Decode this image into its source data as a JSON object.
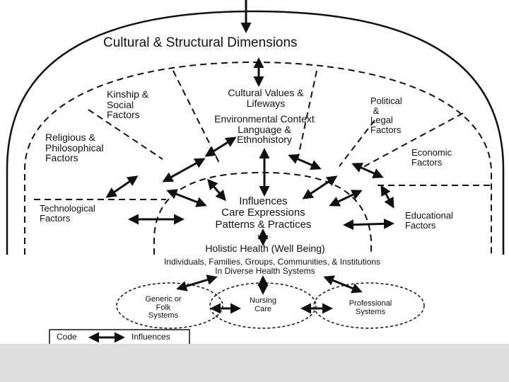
{
  "title": "Cultural & Structural Dimensions",
  "factors": {
    "kinship": "Kinship &\nSocial\nFactors",
    "cultural_values": "Cultural Values &\nLifeways",
    "political": "Political\n &\nLegal\nFactors",
    "religious": "Religious &\nPhilosophical\nFactors",
    "environmental": "Environmental Context\nLanguage &\nEthnohistory",
    "economic": "Economic\nFactors",
    "technological": "Technological\nFactors",
    "educational": "Educational\nFactors"
  },
  "center": {
    "influences": "Influences",
    "care_expressions": "Care Expressions",
    "patterns": "Patterns & Practices",
    "holistic": "Holistic Health (Well Being)"
  },
  "base": {
    "individuals": "Individuals, Families, Groups, Communities, & Institutions",
    "diverse": "In Diverse Health Systems"
  },
  "systems": {
    "generic": "Generic or\nFolk\nSystems",
    "nursing": "Nursing\nCare",
    "professional": "Professional\nSystems"
  },
  "legend": {
    "code": "Code",
    "influences": "Influences"
  }
}
